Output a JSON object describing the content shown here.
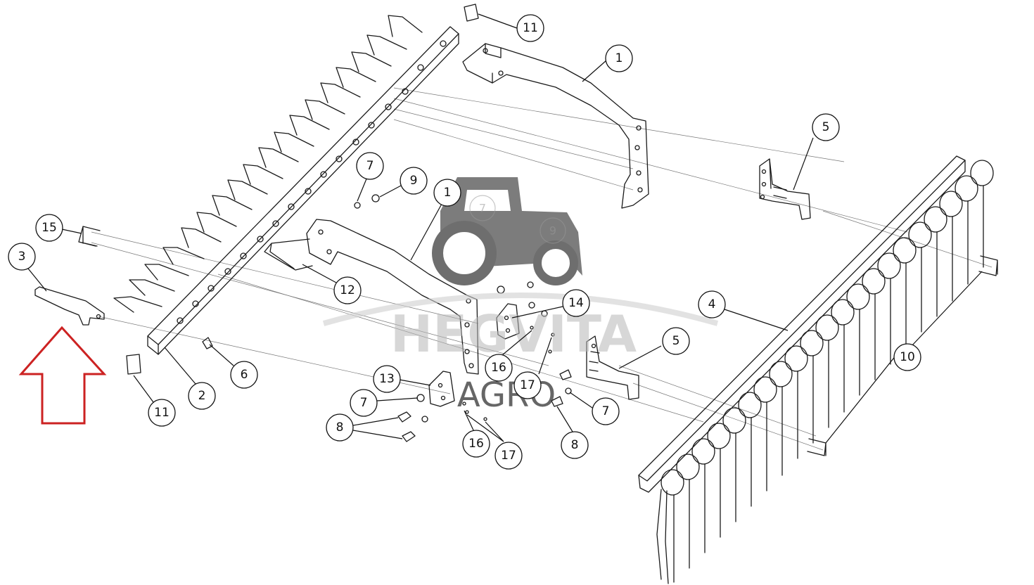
{
  "diagram": {
    "callouts": [
      "11",
      "1",
      "5",
      "7",
      "9",
      "1",
      "15",
      "3",
      "12",
      "14",
      "4",
      "10",
      "2",
      "6",
      "11",
      "13",
      "7",
      "16",
      "17",
      "5",
      "7",
      "8",
      "16",
      "17",
      "8"
    ],
    "watermark": {
      "line1": "HEGVITA",
      "line2": "AGRO",
      "ghost_callouts": [
        "7",
        "9"
      ]
    },
    "colors": {
      "lines": "#1a1a1a",
      "arrow": "#cc2222",
      "watermark_gray": "#b8b8b8",
      "watermark_tractor": "#555555"
    },
    "icons": [
      "tractor-icon",
      "direction-arrow-icon"
    ]
  }
}
